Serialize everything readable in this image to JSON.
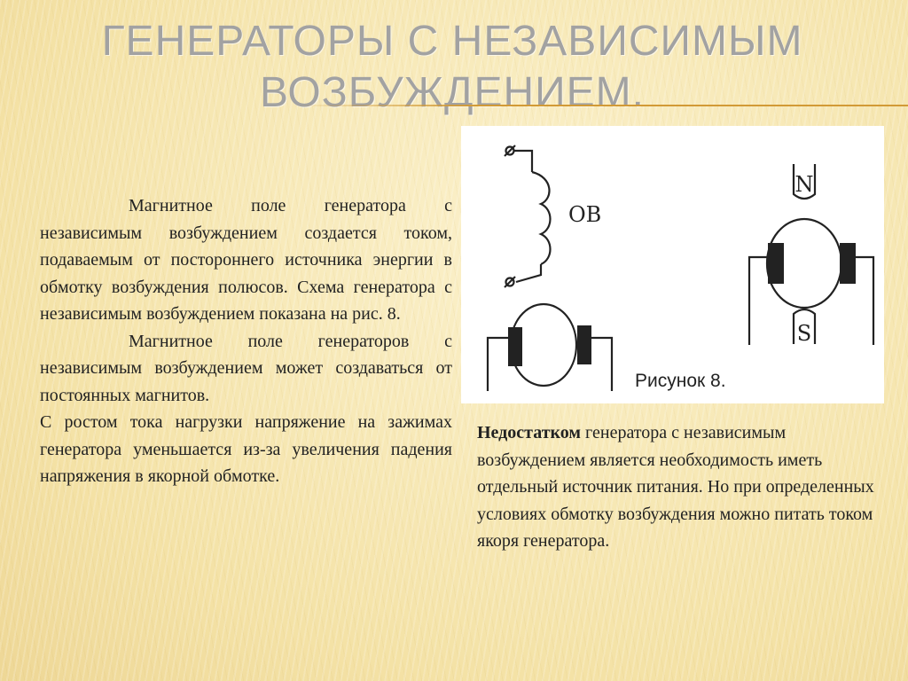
{
  "slide": {
    "title": "ГЕНЕРАТОРЫ С НЕЗАВИСИМЫМ ВОЗБУЖДЕНИЕМ.",
    "paragraphs": [
      "Магнитное поле генератора с независимым возбуждением создается током, подаваемым от постороннего источника энергии в обмотку возбуждения полюсов. Схема генератора с независимым возбуждением показана на рис. 8.",
      "Магнитное поле генераторов с независимым возбуждением может создаваться от постоянных магнитов.",
      "С ростом тока нагрузки напряжение на зажимах генератора уменьшается из-за увеличения падения напряжения в якорной обмотке."
    ],
    "figure": {
      "caption": "Рисунок 8.",
      "winding_label": "OB",
      "pole_north": "N",
      "pole_south": "S"
    },
    "note": {
      "bold": "Недостатком",
      "rest": " генератора с независимым возбуждением является необходимость иметь отдельный источник питания. Но при определенных условиях обмотку возбуждения можно питать током якоря генератора."
    }
  }
}
